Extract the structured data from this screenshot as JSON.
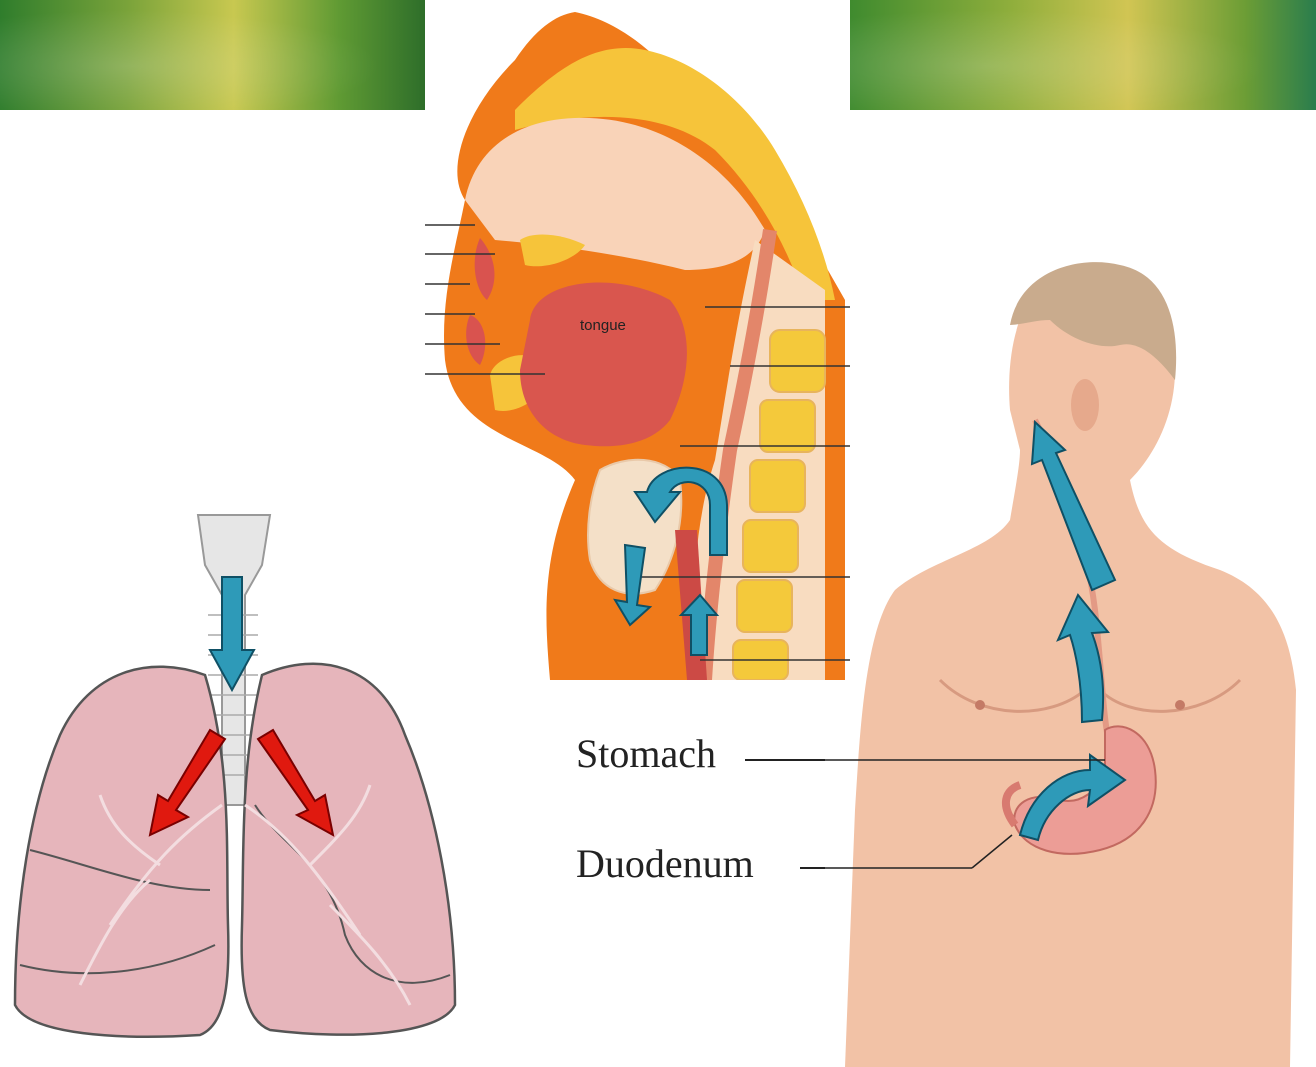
{
  "head": {
    "tongue_label": "tongue"
  },
  "torso": {
    "stomach_label": "Stomach",
    "duodenum_label": "Duodenum"
  },
  "colors": {
    "blue_arrow": "#2e9ab8",
    "red_arrow": "#e0190f",
    "skin": "#f2c2a6",
    "lung": "#e6b5bb",
    "bone": "#f7c93a"
  }
}
